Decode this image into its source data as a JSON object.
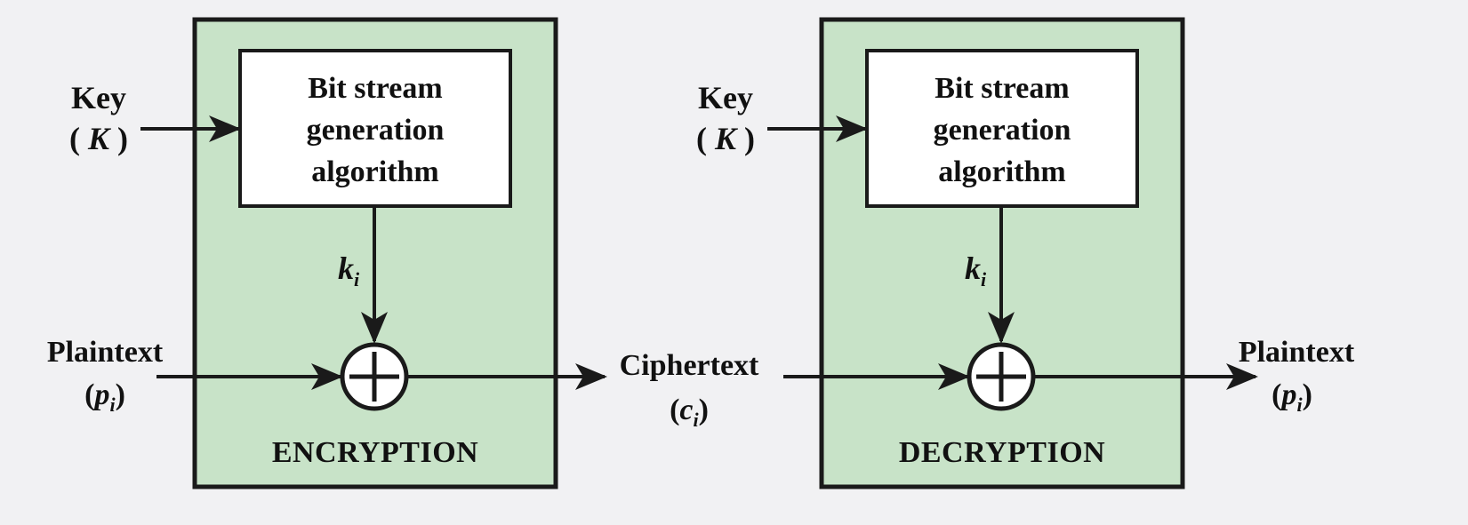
{
  "colors": {
    "background": "#f1f1f3",
    "panel_fill": "#c8e3c8",
    "box_fill": "#ffffff",
    "stroke": "#1a1a1a"
  },
  "encryption": {
    "title": "ENCRYPTION",
    "key_label": "Key",
    "key_open": "(",
    "key_symbol": "K",
    "key_close": ")",
    "generator_line1": "Bit stream",
    "generator_line2": "generation",
    "generator_line3": "algorithm",
    "stream_symbol": "k",
    "stream_sub": "i",
    "input_label": "Plaintext",
    "input_open": "(",
    "input_symbol": "p",
    "input_sub": "i",
    "input_close": ")",
    "xor_icon": "xor-circle-plus"
  },
  "channel": {
    "label": "Ciphertext",
    "open": "(",
    "symbol": "c",
    "sub": "i",
    "close": ")"
  },
  "decryption": {
    "title": "DECRYPTION",
    "key_label": "Key",
    "key_open": "(",
    "key_symbol": "K",
    "key_close": ")",
    "generator_line1": "Bit stream",
    "generator_line2": "generation",
    "generator_line3": "algorithm",
    "stream_symbol": "k",
    "stream_sub": "i",
    "output_label": "Plaintext",
    "output_open": "(",
    "output_symbol": "p",
    "output_sub": "i",
    "output_close": ")",
    "xor_icon": "xor-circle-plus"
  }
}
